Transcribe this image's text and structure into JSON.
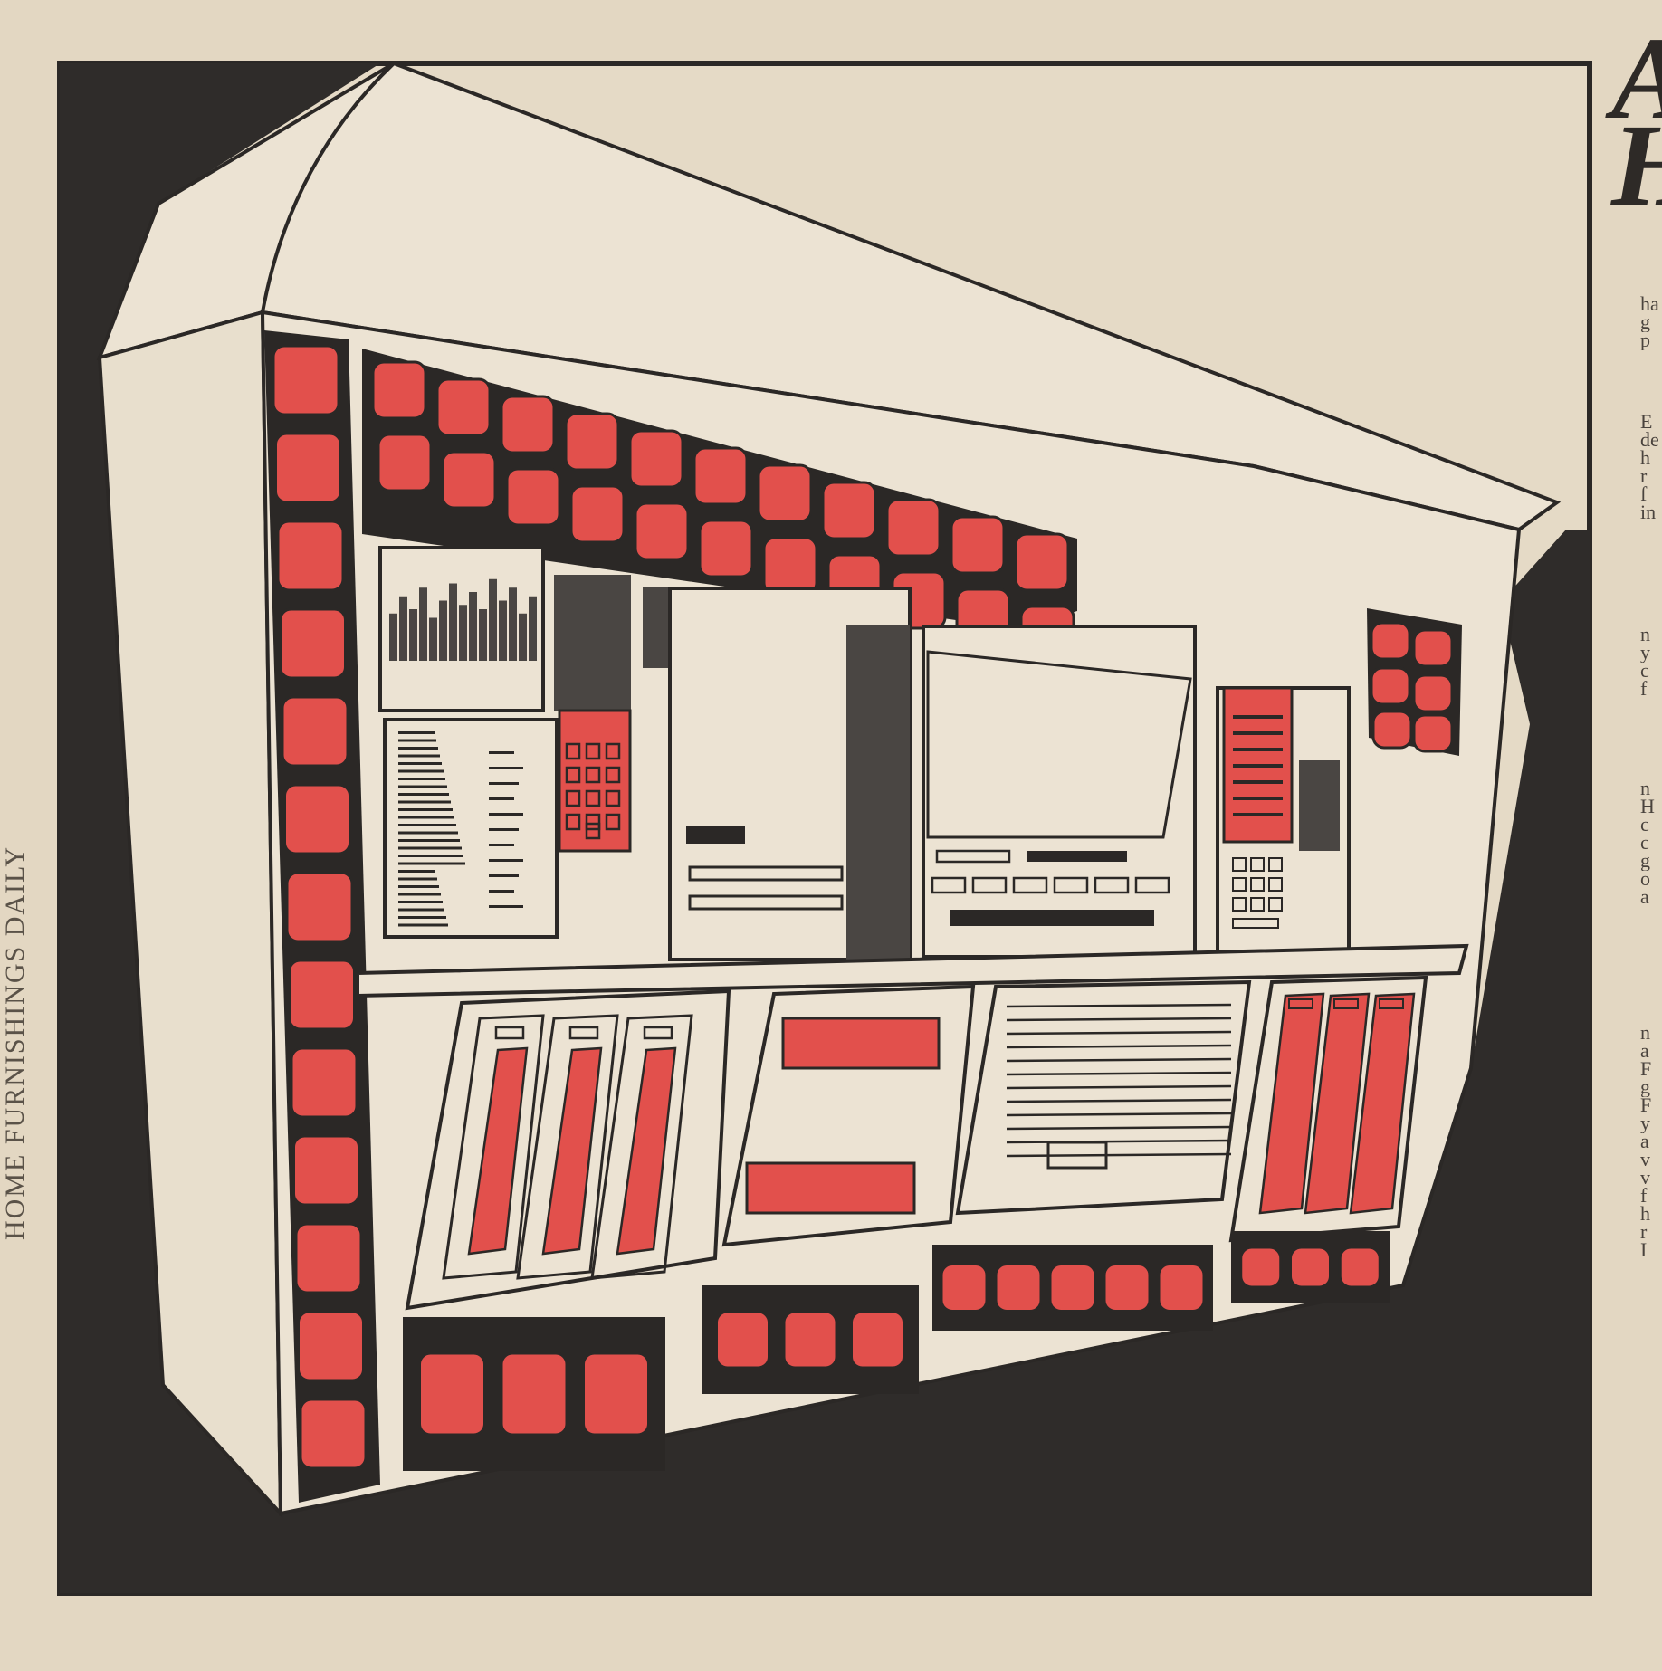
{
  "page": {
    "spine_text": "HOME FURNISHINGS DAILY",
    "headline_lines": [
      "A",
      "H"
    ],
    "column_fragments": [
      "ha",
      "g",
      "p",
      "E",
      "de",
      "h",
      "r",
      "f",
      "in",
      "n",
      "y",
      "c",
      "f",
      "n",
      "H",
      "c",
      "c",
      "g",
      "o",
      "a",
      "n",
      "a",
      "F",
      "g",
      "F",
      "y",
      "a",
      "v",
      "v",
      "f",
      "h",
      "r",
      "I"
    ]
  },
  "illustration": {
    "subject": "drawing of a wall-mounted home entertainment and control console",
    "colors": {
      "paper": "#e3d7c2",
      "cabinet": "#ece3d3",
      "ink": "#2b2826",
      "shadow": "#2f2c2a",
      "accent_red": "#e2504c",
      "screen_gray": "#4a4643"
    }
  }
}
